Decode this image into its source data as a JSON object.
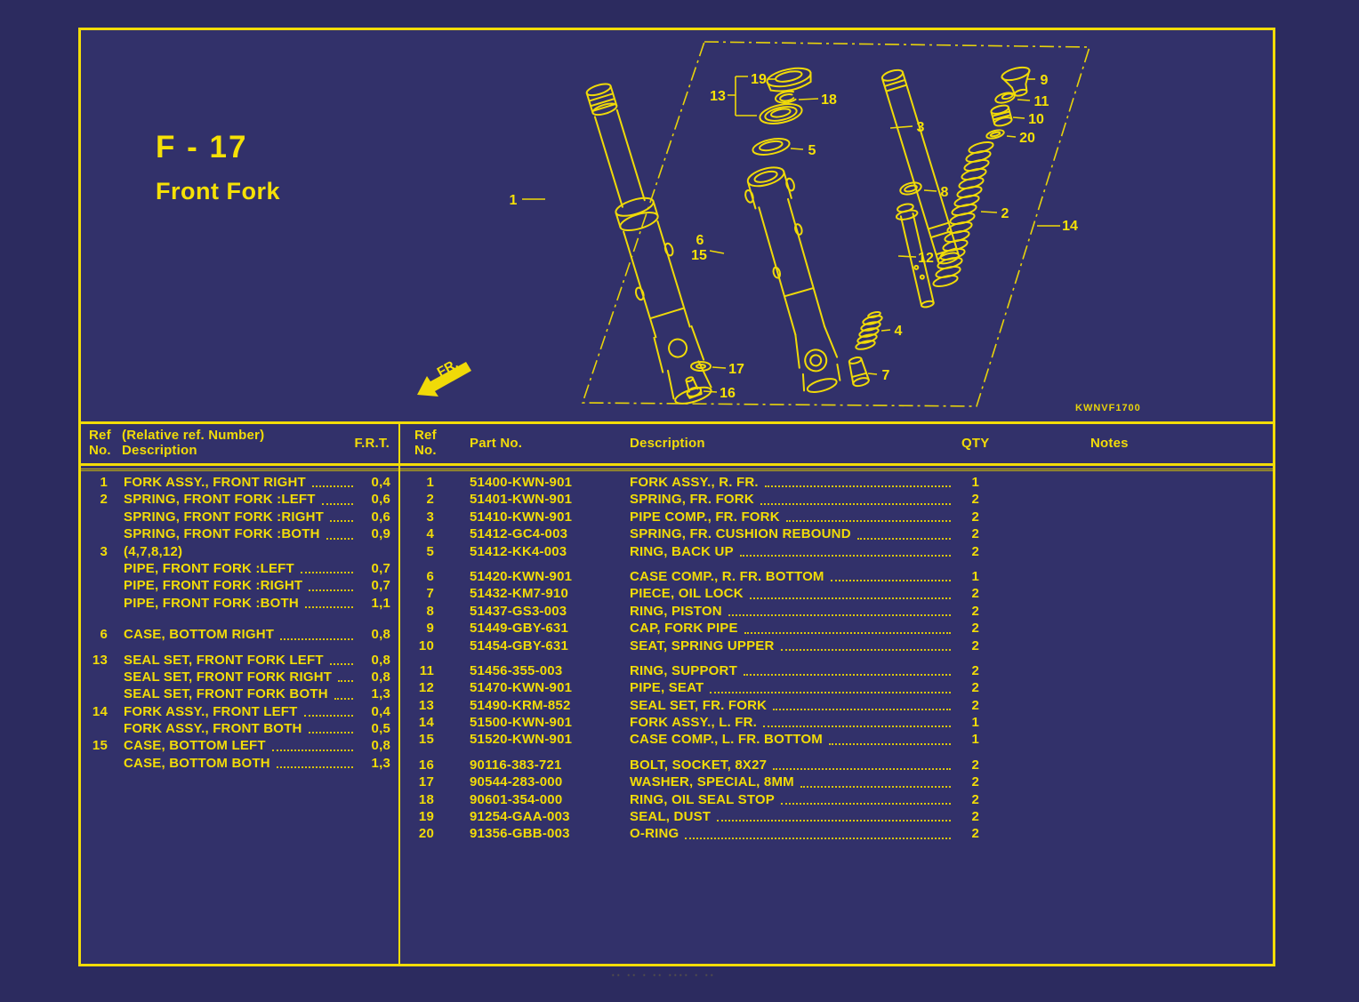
{
  "header": {
    "page_code": "F - 17",
    "title": "Front Fork"
  },
  "colors": {
    "background": "#2c2b5f",
    "panel": "#32316a",
    "accent_yellow": "#f2dc08"
  },
  "diagram": {
    "code": "KWNVF1700",
    "fr_arrow_label": "FR.",
    "callouts": {
      "n1": "1",
      "n2": "2",
      "n3": "3",
      "n4": "4",
      "n5": "5",
      "n6": "6",
      "n7": "7",
      "n8": "8",
      "n9": "9",
      "n10": "10",
      "n11": "11",
      "n12": "12",
      "n13": "13",
      "n14": "14",
      "n15": "15",
      "n16": "16",
      "n17": "17",
      "n18": "18",
      "n19": "19",
      "n20": "20"
    }
  },
  "tables": {
    "left": {
      "headers": {
        "ref": "Ref",
        "no": "No.",
        "relative": "(Relative ref. Number)",
        "description": "Description",
        "frt": "F.R.T."
      },
      "rows": [
        {
          "ref": "1",
          "desc": "FORK ASSY., FRONT RIGHT",
          "frt": "0,4",
          "gap": 0
        },
        {
          "ref": "2",
          "desc": "SPRING, FRONT FORK :LEFT",
          "frt": "0,6",
          "gap": 0
        },
        {
          "ref": "",
          "desc": "SPRING, FRONT FORK :RIGHT",
          "frt": "0,6",
          "gap": 0
        },
        {
          "ref": "",
          "desc": "SPRING, FRONT FORK :BOTH",
          "frt": "0,9",
          "gap": 0
        },
        {
          "ref": "3",
          "desc": "(4,7,8,12)",
          "frt": "",
          "gap": 0
        },
        {
          "ref": "",
          "desc": "PIPE, FRONT FORK :LEFT",
          "frt": "0,7",
          "gap": 0
        },
        {
          "ref": "",
          "desc": "PIPE, FRONT FORK :RIGHT",
          "frt": "0,7",
          "gap": 0
        },
        {
          "ref": "",
          "desc": "PIPE, FRONT FORK :BOTH",
          "frt": "1,1",
          "gap": 0
        },
        {
          "ref": "6",
          "desc": "CASE, BOTTOM RIGHT",
          "frt": "0,8",
          "gap": 2
        },
        {
          "ref": "13",
          "desc": "SEAL SET, FRONT FORK LEFT",
          "frt": "0,8",
          "gap": 1
        },
        {
          "ref": "",
          "desc": "SEAL SET, FRONT FORK RIGHT",
          "frt": "0,8",
          "gap": 0
        },
        {
          "ref": "",
          "desc": "SEAL SET, FRONT FORK BOTH",
          "frt": "1,3",
          "gap": 0
        },
        {
          "ref": "14",
          "desc": "FORK ASSY., FRONT LEFT",
          "frt": "0,4",
          "gap": 0
        },
        {
          "ref": "",
          "desc": "FORK ASSY., FRONT BOTH",
          "frt": "0,5",
          "gap": 0
        },
        {
          "ref": "15",
          "desc": "CASE, BOTTOM LEFT",
          "frt": "0,8",
          "gap": 0
        },
        {
          "ref": "",
          "desc": "CASE, BOTTOM BOTH",
          "frt": "1,3",
          "gap": 0
        }
      ]
    },
    "right": {
      "headers": {
        "ref": "Ref",
        "no": "No.",
        "part": "Part No.",
        "description": "Description",
        "qty": "QTY",
        "notes": "Notes"
      },
      "rows": [
        {
          "ref": "1",
          "part": "51400-KWN-901",
          "desc": "FORK ASSY., R. FR.",
          "qty": "1",
          "gap": 0
        },
        {
          "ref": "2",
          "part": "51401-KWN-901",
          "desc": "SPRING, FR. FORK",
          "qty": "2",
          "gap": 0
        },
        {
          "ref": "3",
          "part": "51410-KWN-901",
          "desc": "PIPE COMP., FR. FORK",
          "qty": "2",
          "gap": 0
        },
        {
          "ref": "4",
          "part": "51412-GC4-003",
          "desc": "SPRING, FR. CUSHION REBOUND",
          "qty": "2",
          "gap": 0
        },
        {
          "ref": "5",
          "part": "51412-KK4-003",
          "desc": "RING, BACK UP",
          "qty": "2",
          "gap": 0
        },
        {
          "ref": "6",
          "part": "51420-KWN-901",
          "desc": "CASE COMP., R. FR. BOTTOM",
          "qty": "1",
          "gap": 1
        },
        {
          "ref": "7",
          "part": "51432-KM7-910",
          "desc": "PIECE, OIL LOCK",
          "qty": "2",
          "gap": 0
        },
        {
          "ref": "8",
          "part": "51437-GS3-003",
          "desc": "RING, PISTON",
          "qty": "2",
          "gap": 0
        },
        {
          "ref": "9",
          "part": "51449-GBY-631",
          "desc": "CAP, FORK PIPE",
          "qty": "2",
          "gap": 0
        },
        {
          "ref": "10",
          "part": "51454-GBY-631",
          "desc": "SEAT, SPRING UPPER",
          "qty": "2",
          "gap": 0
        },
        {
          "ref": "11",
          "part": "51456-355-003",
          "desc": "RING, SUPPORT",
          "qty": "2",
          "gap": 1
        },
        {
          "ref": "12",
          "part": "51470-KWN-901",
          "desc": "PIPE, SEAT",
          "qty": "2",
          "gap": 0
        },
        {
          "ref": "13",
          "part": "51490-KRM-852",
          "desc": "SEAL SET, FR. FORK",
          "qty": "2",
          "gap": 0
        },
        {
          "ref": "14",
          "part": "51500-KWN-901",
          "desc": "FORK ASSY., L. FR.",
          "qty": "1",
          "gap": 0
        },
        {
          "ref": "15",
          "part": "51520-KWN-901",
          "desc": "CASE COMP., L. FR. BOTTOM",
          "qty": "1",
          "gap": 0
        },
        {
          "ref": "16",
          "part": "90116-383-721",
          "desc": "BOLT, SOCKET, 8X27",
          "qty": "2",
          "gap": 1
        },
        {
          "ref": "17",
          "part": "90544-283-000",
          "desc": "WASHER, SPECIAL, 8MM",
          "qty": "2",
          "gap": 0
        },
        {
          "ref": "18",
          "part": "90601-354-000",
          "desc": "RING, OIL SEAL STOP",
          "qty": "2",
          "gap": 0
        },
        {
          "ref": "19",
          "part": "91254-GAA-003",
          "desc": "SEAL, DUST",
          "qty": "2",
          "gap": 0
        },
        {
          "ref": "20",
          "part": "91356-GBB-003",
          "desc": "O-RING",
          "qty": "2",
          "gap": 0
        }
      ]
    }
  },
  "footer": {
    "fragment": "·· ··   · ··   ···· · ··"
  }
}
